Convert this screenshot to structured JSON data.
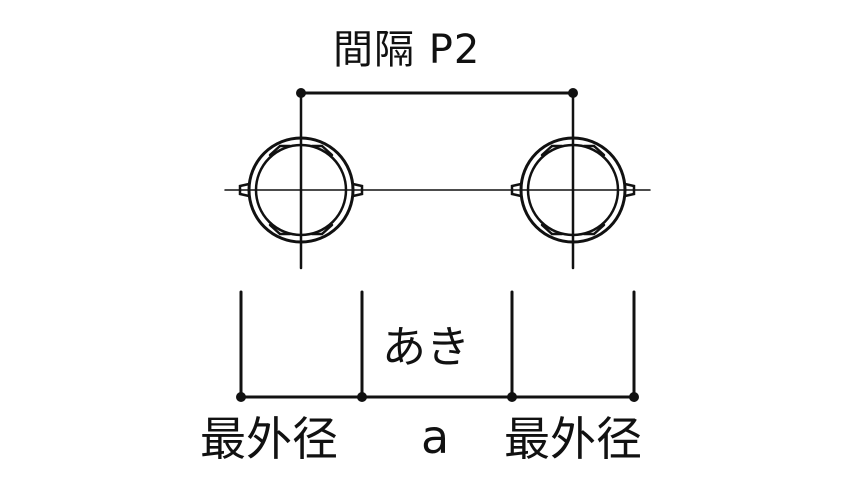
{
  "labels": {
    "pitch": "間隔 P2",
    "gap": "あき",
    "outer_diameter_left": "最外径",
    "gap_symbol": "a",
    "outer_diameter_right": "最外径"
  },
  "colors": {
    "line": "#111111",
    "background": "#ffffff"
  }
}
